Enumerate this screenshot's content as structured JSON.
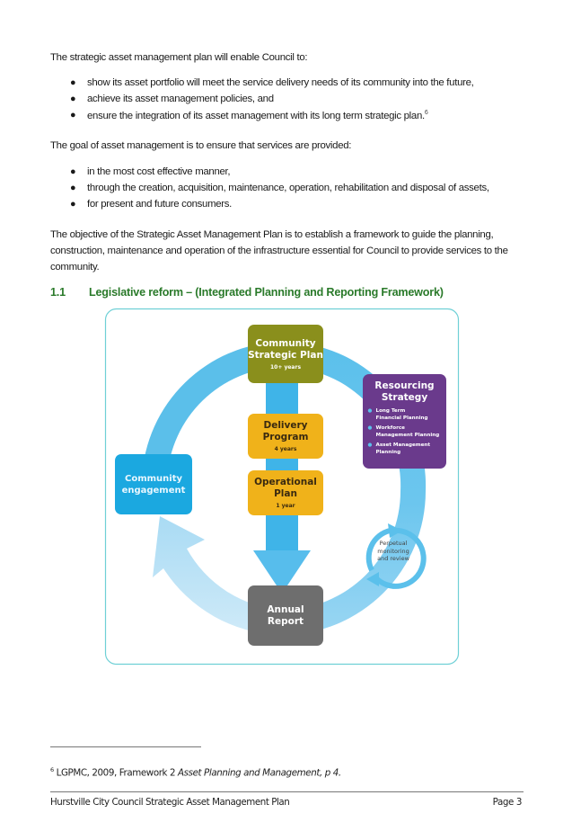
{
  "intro": {
    "lead": "The strategic asset management plan will enable Council to:",
    "bullets": [
      "show its asset portfolio will meet the service delivery needs of its community into the future,",
      "achieve its  asset management policies, and",
      "ensure the integration of its asset management with its long term strategic plan."
    ],
    "footnote_ref": "6"
  },
  "goal": {
    "lead": "The goal of asset management is to ensure that services are provided:",
    "bullets": [
      "in the most cost effective manner,",
      "through the creation, acquisition, maintenance, operation, rehabilitation and disposal of assets,",
      "for present and future consumers."
    ]
  },
  "objective": {
    "lines": [
      "The objective of the Strategic Asset Management Plan is to establish a framework to guide the planning,",
      "construction, maintenance and operation of the infrastructure essential for Council to provide services to the",
      "community."
    ]
  },
  "section": {
    "number": "1.1",
    "title": "Legislative reform – (Integrated Planning and Reporting Framework)"
  },
  "diagram": {
    "colors": {
      "frame": "#6fd0d6",
      "ring": "#5bc0eb",
      "ring_light": "#c9e9f7",
      "strategic": "#8a8f1c",
      "delivery": "#f0b21a",
      "resourcing": "#6a3a8c",
      "engagement": "#1ba8e0",
      "report": "#6e6e6e"
    },
    "community_strategic_plan": {
      "title_1": "Community",
      "title_2": "Strategic Plan",
      "sub": "10+ years"
    },
    "delivery_program": {
      "title_1": "Delivery",
      "title_2": "Program",
      "sub": "4 years"
    },
    "operational_plan": {
      "title_1": "Operational",
      "title_2": "Plan",
      "sub": "1 year"
    },
    "resourcing_strategy": {
      "title_1": "Resourcing",
      "title_2": "Strategy",
      "items": [
        {
          "line_1": "Long Term",
          "line_2": "Financial Planning"
        },
        {
          "line_1": "Workforce",
          "line_2": "Management Planning"
        },
        {
          "line_1": "Asset Management",
          "line_2": "Planning"
        }
      ]
    },
    "community_engagement": {
      "title_1": "Community",
      "title_2": "engagement"
    },
    "annual_report": {
      "title_1": "Annual",
      "title_2": "Report"
    },
    "monitoring": {
      "line_1": "Perpetual",
      "line_2": "monitoring",
      "line_3": "and review"
    }
  },
  "footnote": {
    "number": "6",
    "text_plain": "LGPMC, 2009, Framework 2 ",
    "text_italic": "Asset Planning and Management, p 4."
  },
  "footer": {
    "title": "Hurstville City Council Strategic Asset Management Plan",
    "page": "Page 3"
  }
}
